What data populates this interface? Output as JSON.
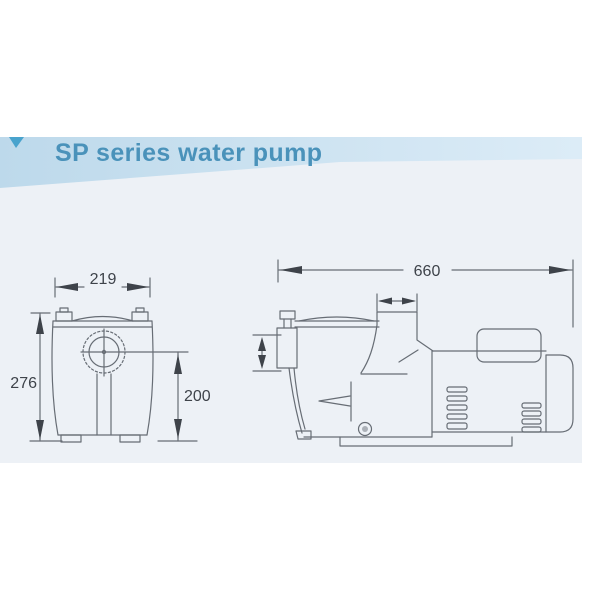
{
  "header": {
    "title": "SP series water pump",
    "title_color": "#4a92ba",
    "band_color_left": "#bdd9eb",
    "band_color_right": "#dcecf7",
    "marker_color": "#49a3cd"
  },
  "canvas": {
    "background": "#ffffff",
    "content_background": "#edf1f6",
    "line_color": "#676d75",
    "dim_text_color": "#3e434a"
  },
  "front_view": {
    "width_label": "219",
    "height_label": "276",
    "center_height_label": "200"
  },
  "side_view": {
    "length_label": "660"
  }
}
